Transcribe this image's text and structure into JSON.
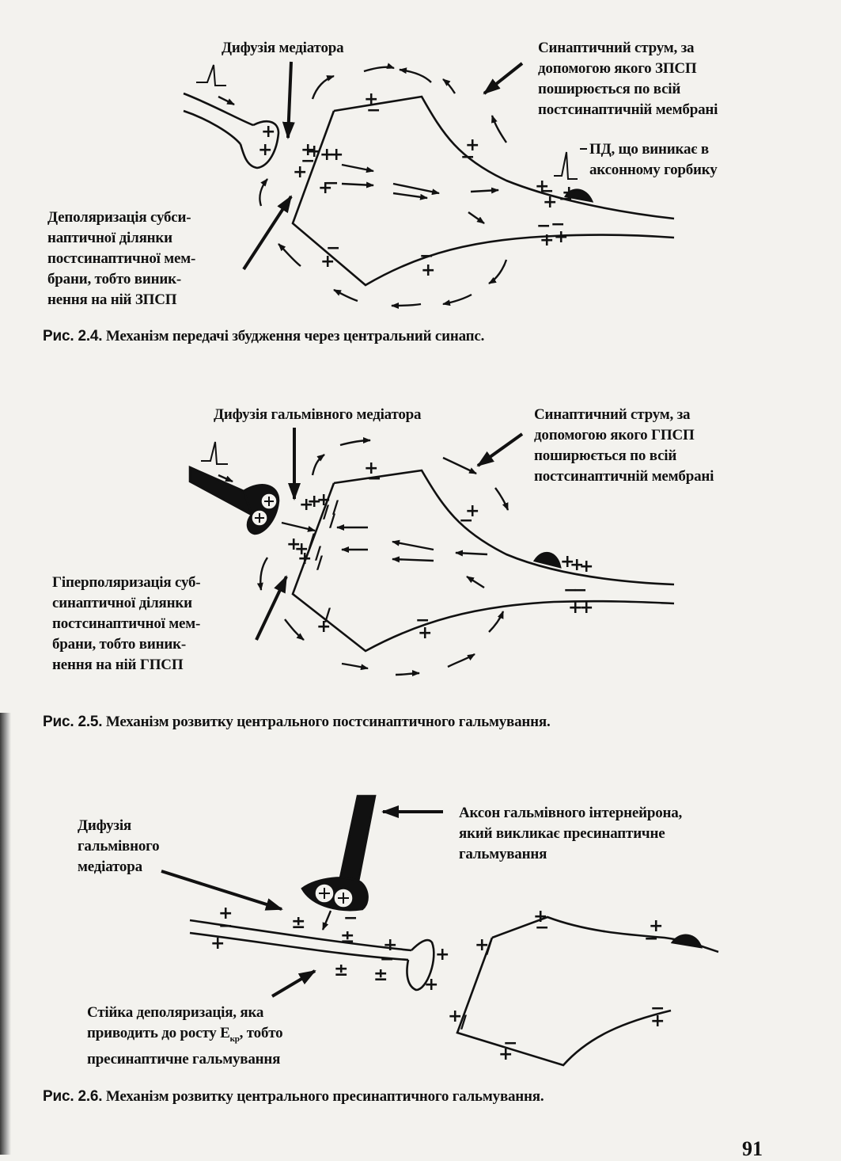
{
  "fig4": {
    "diffusion": "Дифузія медіатора",
    "current": "Синаптичний струм, за\nдопомогою якого ЗПСП\nпоширюється по всій\nпостсинаптичній мембрані",
    "ap": "ПД, що виникає в\nаксонному горбику",
    "depol": "Деполяризація субси-\nнаптичної ділянки\nпостсинаптичної мем-\nбрани, тобто виник-\nнення на ній ЗПСП",
    "caption_num": "Рис. 2.4.",
    "caption_text": " Механізм передачі збудження через центральний синапс."
  },
  "fig5": {
    "diffusion": "Дифузія гальмівного медіатора",
    "current": "Синаптичний струм, за\nдопомогою якого ГПСП\nпоширюється по всій\nпостсинаптичній мембрані",
    "hyper": "Гіперполяризація суб-\nсинаптичної ділянки\nпостсинаптичної мем-\nбрани, тобто виник-\nнення на ній ГПСП",
    "caption_num": "Рис. 2.5.",
    "caption_text": " Механізм розвитку центрального постсинаптичного гальмування."
  },
  "fig6": {
    "diffusion": "Дифузія\nгальмівного\nмедіатора",
    "axon": "Аксон гальмівного інтернейрона,\nякий викликає пресинаптичне\nгальмування",
    "steady_pre": "Стійка деполяризація, яка\nприводить до росту Е",
    "steady_sub": "кр",
    "steady_post": ", тобто\nпресинаптичне гальмування",
    "caption_num": "Рис. 2.6.",
    "caption_text": " Механізм розвитку центрального пресинаптичного гальмування."
  },
  "page_number": "91"
}
